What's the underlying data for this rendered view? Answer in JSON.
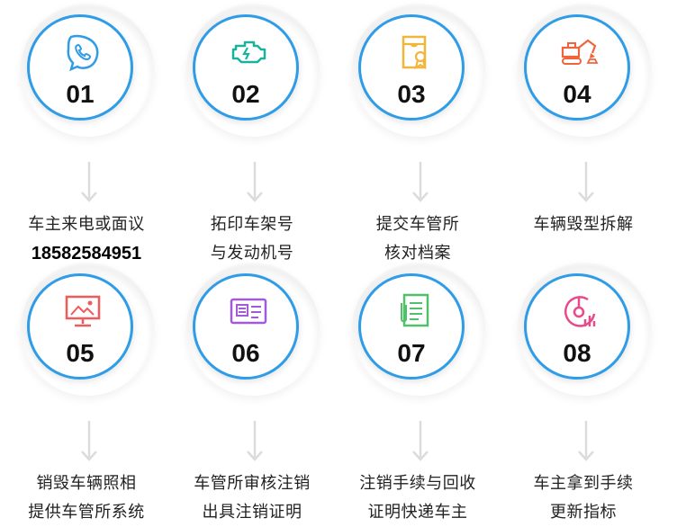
{
  "steps": [
    {
      "num": "01",
      "icon": "phone-chat-icon",
      "line1": "车主来电或面议",
      "line2": "18582584951",
      "color": "#2f9ce8"
    },
    {
      "num": "02",
      "icon": "engine-icon",
      "line1": "拓印车架号",
      "line2": "与发动机号",
      "color": "#19b39b"
    },
    {
      "num": "03",
      "icon": "file-archive-icon",
      "line1": "提交车管所",
      "line2": "核对档案",
      "color": "#f2b63a"
    },
    {
      "num": "04",
      "icon": "excavator-icon",
      "line1": "车辆毁型拆解",
      "line2": "",
      "color": "#f0643c"
    },
    {
      "num": "05",
      "icon": "monitor-photo-icon",
      "line1": "销毁车辆照相",
      "line2": "提供车管所系统",
      "color": "#ef5b5b"
    },
    {
      "num": "06",
      "icon": "id-card-icon",
      "line1": "车管所审核注销",
      "line2": "出具注销证明",
      "color": "#a35ad8"
    },
    {
      "num": "07",
      "icon": "document-clip-icon",
      "line1": "注销手续与回收",
      "line2": "证明快递车主",
      "color": "#52c06a"
    },
    {
      "num": "08",
      "icon": "stats-gauge-icon",
      "line1": "车主拿到手续",
      "line2": "更新指标",
      "color": "#e84a8c"
    }
  ]
}
